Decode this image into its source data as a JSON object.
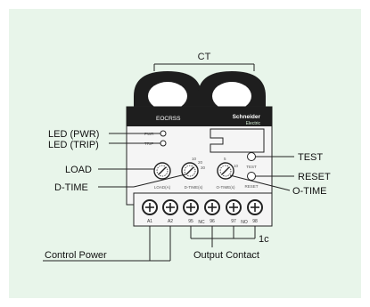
{
  "labels": {
    "ct": "CT",
    "led_pwr": "LED (PWR)",
    "led_trip": "LED (TRIP)",
    "load": "LOAD",
    "d_time": "D-TIME",
    "test": "TEST",
    "reset": "RESET",
    "o_time": "O-TIME",
    "one_c": "1c",
    "control_power": "Control Power",
    "output_contact": "Output Contact"
  },
  "device": {
    "model": "EOCRSS",
    "brand_line1": "Schneider",
    "brand_line2": "Electric",
    "pwr_small": "PWR",
    "trip_small": "TRIP",
    "load_dial_label": "LOAD(A)",
    "dtime_dial_label": "D-TIME(s)",
    "otime_dial_label": "O-TIME(s)",
    "test_small": "TEST",
    "reset_small": "RESET",
    "dtime_scale": [
      "10",
      "20",
      "30"
    ],
    "otime_scale": [
      "5",
      "10"
    ]
  },
  "terminals": {
    "numbers": [
      "A1",
      "A2",
      "95",
      "96",
      "97",
      "98"
    ],
    "tags": [
      "NC",
      "NO"
    ]
  },
  "colors": {
    "background": "#ffffff",
    "panel": "#e8f5ea",
    "device_body": "#1e1e1e",
    "device_face": "#f5f5f5",
    "line": "#222222"
  }
}
